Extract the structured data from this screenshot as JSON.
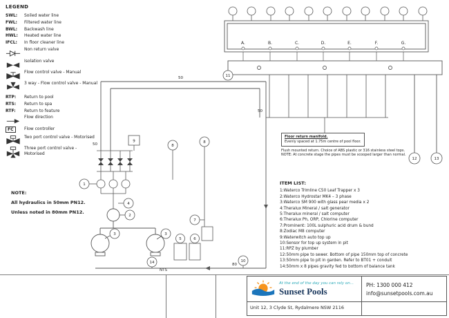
{
  "legend": {
    "title": "LEGEND",
    "items": [
      {
        "abbr": "SWL:",
        "label": "Soiled water line"
      },
      {
        "abbr": "FWL:",
        "label": "Filtered water line"
      },
      {
        "abbr": "BWL:",
        "label": "Backwash line"
      },
      {
        "abbr": "HWL:",
        "label": "Heated water line"
      },
      {
        "abbr": "IFCL:",
        "label": "In floor cleaner line"
      },
      {
        "icon": "non-return-valve-icon",
        "label": "Non return valve"
      },
      {
        "icon": "isolation-valve-icon",
        "label": "Isolation valve"
      },
      {
        "icon": "flow-control-valve-icon",
        "label": "Flow control valve - Manual"
      },
      {
        "icon": "three-way-flow-control-valve-icon",
        "label": "3 way - Flow control valve - Manual"
      },
      {
        "abbr": "RTP:",
        "label": "Return to pool"
      },
      {
        "abbr": "RTS:",
        "label": "Return to spa"
      },
      {
        "abbr": "RTF:",
        "label": "Return to feature"
      },
      {
        "icon": "flow-direction-arrow-icon",
        "label": "Flow direction"
      },
      {
        "abbr": "FC",
        "label": "Flow controller"
      },
      {
        "icon": "two-port-valve-icon",
        "label": "Two port control valve - Motorised"
      },
      {
        "icon": "three-port-valve-icon",
        "label": "Three port control valve - Motorised"
      }
    ]
  },
  "note": {
    "title": "NOTE:",
    "line1": "All hydraulics in 50mm PN12.",
    "line2": "Unless noted in 80mm PN12."
  },
  "item_list": {
    "title": "ITEM LIST:",
    "items": [
      "1:Waterco Trimline C50 Leaf Trapper x 3",
      "2:Waterco Hydrostar MK4 – 3 phase",
      "3:Waterco SM 900 with glass pear media x 2",
      "4:Theralux Mineral / salt generator",
      "5:Theralux mineral / salt computer",
      "6:Theralux Ph, ORP, Chlorine computer",
      "7:Prominent: 100L sulphuric acid drum & bund",
      "8:Zodiac M8 computer",
      "9:Waterwitch auto top up",
      "10:Sensor for top up system in pit",
      "11:RPZ by plumber",
      "12:50mm pipe to sewer. Bottom of pipe 150mm top of concrete",
      "13:50mm pipe to pit in garden. Refer to BT01 + conduit",
      "14:50mm x 8 pipes gravity fed to bottom of balance tank"
    ]
  },
  "manifold_note": {
    "line1": "Floor return manifold.",
    "line2": "Evenly spaced at 1.75m centre of pool floor.",
    "line3": "Flush mounted return. Choice of ABS plastic or 316 stainless steel tops.",
    "line4": "NOTE: At concrete stage the pipes must be scooped larger than normal."
  },
  "diagram": {
    "pool_letters": [
      "A.",
      "B.",
      "C.",
      "D.",
      "E.",
      "F.",
      "G."
    ],
    "tags": {
      "t1": "1",
      "t2": "2",
      "t3a": "3",
      "t3b": "3",
      "t4": "4",
      "t5": "5",
      "t6": "6",
      "t7": "7",
      "t8": "8",
      "t9": "9",
      "t10": "10",
      "t11": "11",
      "t12": "12",
      "t13": "13",
      "t14": "14"
    },
    "pipe_labels": {
      "p1": "50",
      "p2": "50",
      "p3": "50",
      "p4": "80"
    },
    "nts_label": "NTS"
  },
  "title_block": {
    "brand": "Sunset Pools",
    "tagline": "At the end of the day you can rely on...",
    "phone": "PH: 1300 000 412",
    "email": "info@sunsetpools.com.au",
    "address": "Unit 12, 3 Clyde St, Rydalmere NSW 2116",
    "colors": {
      "sun_orange": "#f7941d",
      "wave_blue": "#1b75bb",
      "teal": "#2aa9b8",
      "brand_navy": "#16345a"
    }
  }
}
